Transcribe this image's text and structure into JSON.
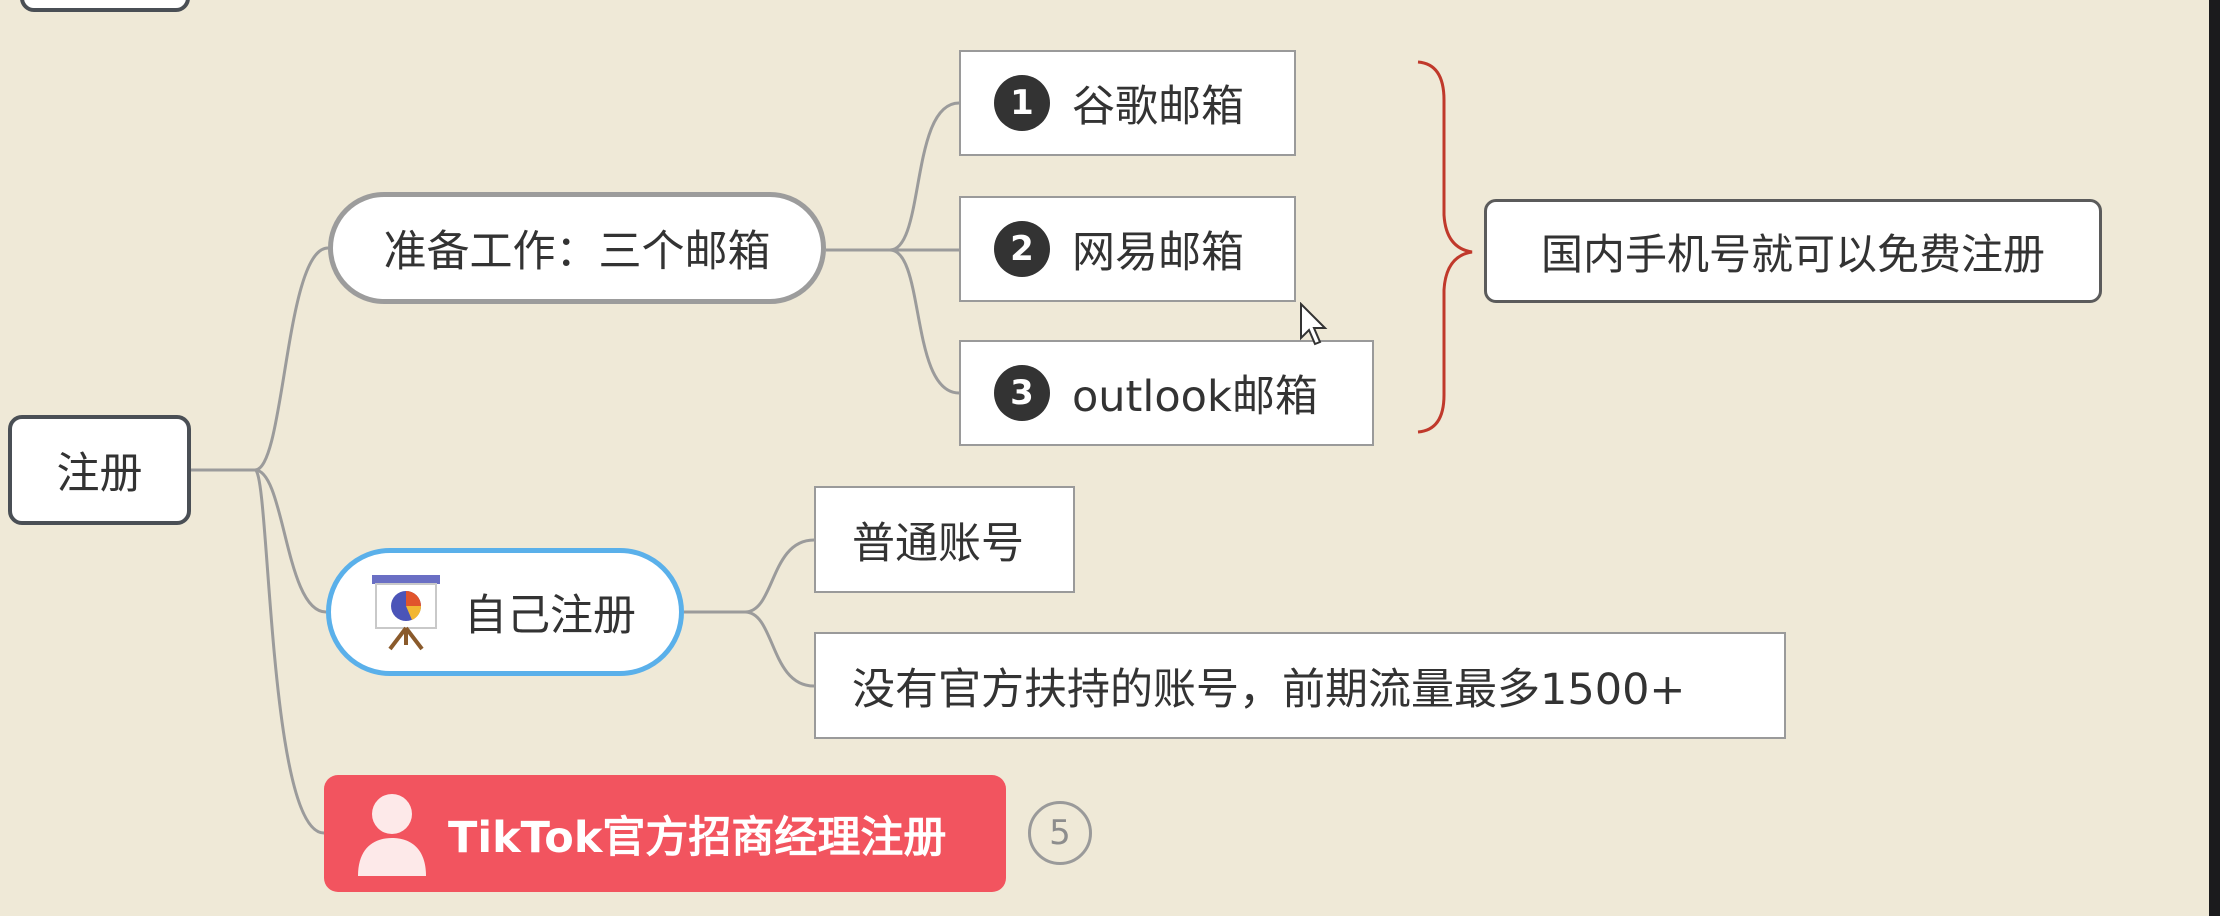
{
  "mindmap": {
    "root": {
      "label": "注册"
    },
    "branches": [
      {
        "label": "准备工作：三个邮箱",
        "children": [
          {
            "marker": "1",
            "label": "谷歌邮箱"
          },
          {
            "marker": "2",
            "label": "网易邮箱"
          },
          {
            "marker": "3",
            "label": "outlook邮箱"
          }
        ],
        "summary": "国内手机号就可以免费注册"
      },
      {
        "label": "自己注册",
        "icon": "presentation-easel-icon",
        "children": [
          {
            "label": "普通账号"
          },
          {
            "label": "没有官方扶持的账号，前期流量最多1500+"
          }
        ]
      },
      {
        "label": "TikTok官方招商经理注册",
        "icon": "person-icon",
        "count": "5"
      }
    ]
  },
  "colors": {
    "background": "#efe9d7",
    "connector": "#9b9b9b",
    "summary_brace": "#c0392b",
    "tiktok_node": "#f2545f",
    "self_node_border": "#5ab0ea"
  }
}
